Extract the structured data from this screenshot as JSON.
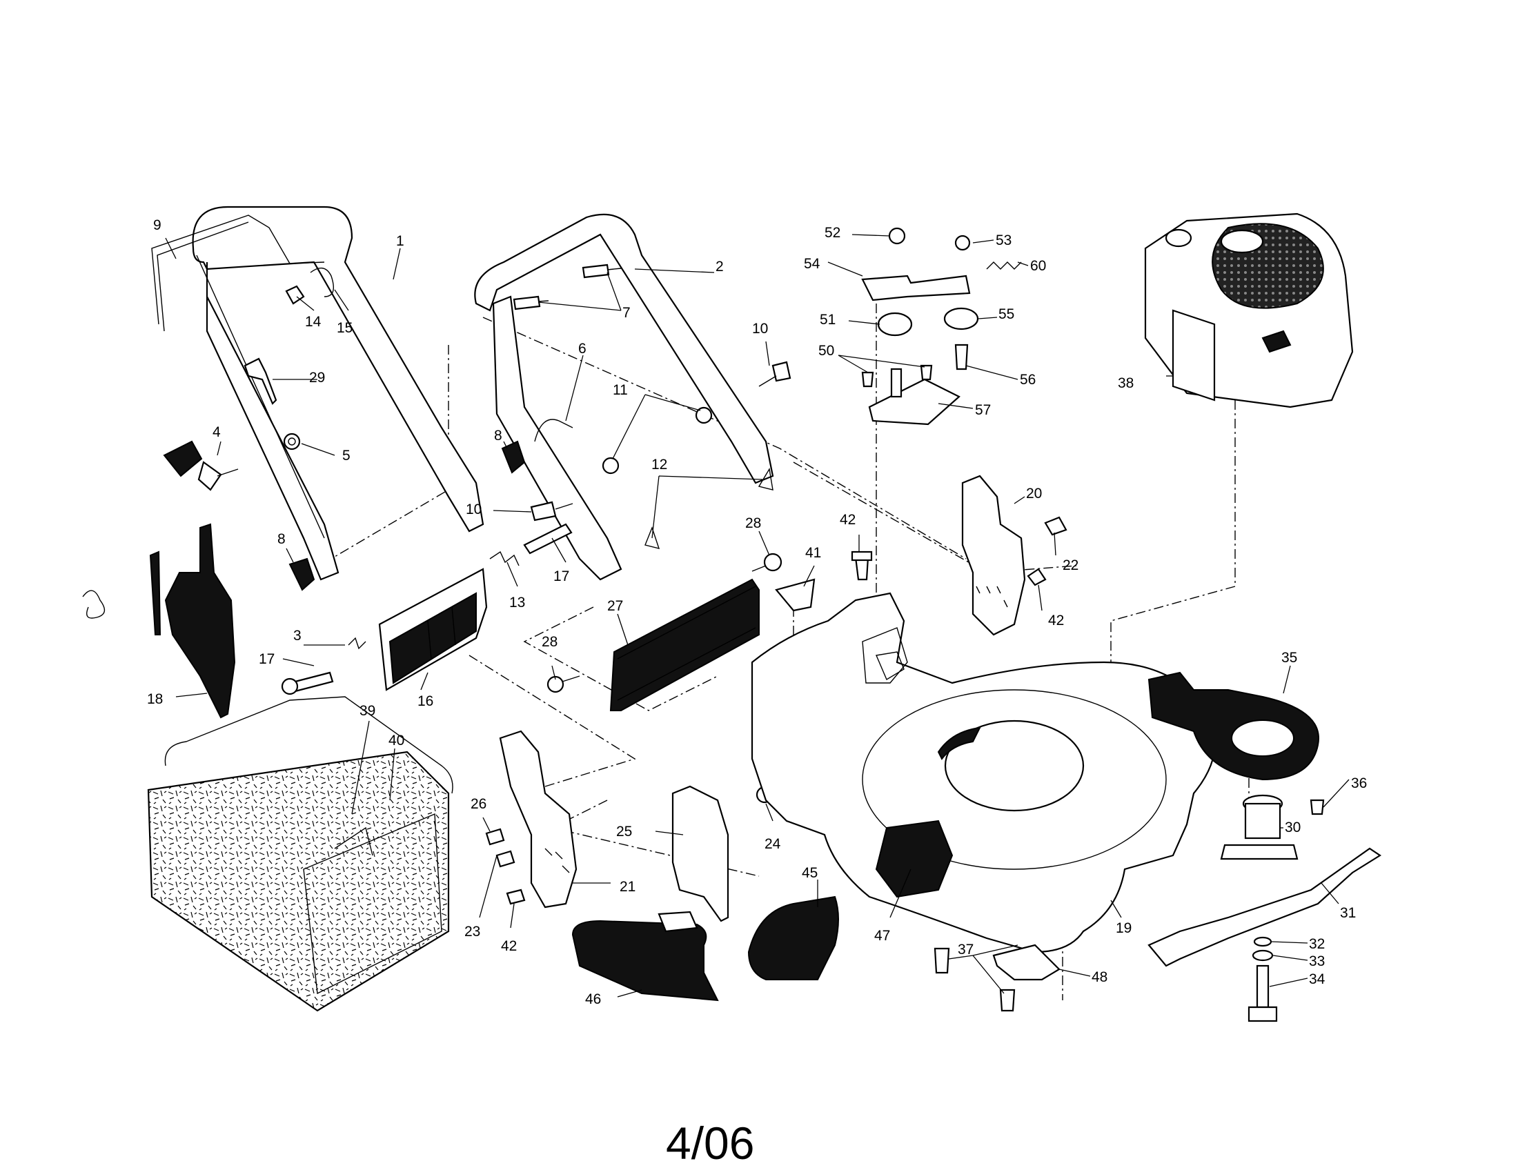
{
  "diagram": {
    "date_code": "4/06",
    "part_labels": {
      "p1": "1",
      "p2": "2",
      "p3": "3",
      "p4": "4",
      "p5": "5",
      "p6": "6",
      "p7": "7",
      "p8a": "8",
      "p8b": "8",
      "p9": "9",
      "p10a": "10",
      "p10b": "10",
      "p11": "11",
      "p12": "12",
      "p13": "13",
      "p14": "14",
      "p15": "15",
      "p16": "16",
      "p17a": "17",
      "p17b": "17",
      "p18": "18",
      "p19": "19",
      "p20": "20",
      "p21": "21",
      "p22": "22",
      "p23": "23",
      "p24": "24",
      "p25": "25",
      "p26": "26",
      "p27": "27",
      "p28a": "28",
      "p28b": "28",
      "p29": "29",
      "p30": "30",
      "p31": "31",
      "p32": "32",
      "p33": "33",
      "p34": "34",
      "p35": "35",
      "p36": "36",
      "p37": "37",
      "p38": "38",
      "p39": "39",
      "p40": "40",
      "p41": "41",
      "p42a": "42",
      "p42b": "42",
      "p42c": "42",
      "p45": "45",
      "p46": "46",
      "p47": "47",
      "p48": "48",
      "p50": "50",
      "p51": "51",
      "p52": "52",
      "p53": "53",
      "p54": "54",
      "p55": "55",
      "p56": "56",
      "p57": "57",
      "p60": "60"
    }
  }
}
